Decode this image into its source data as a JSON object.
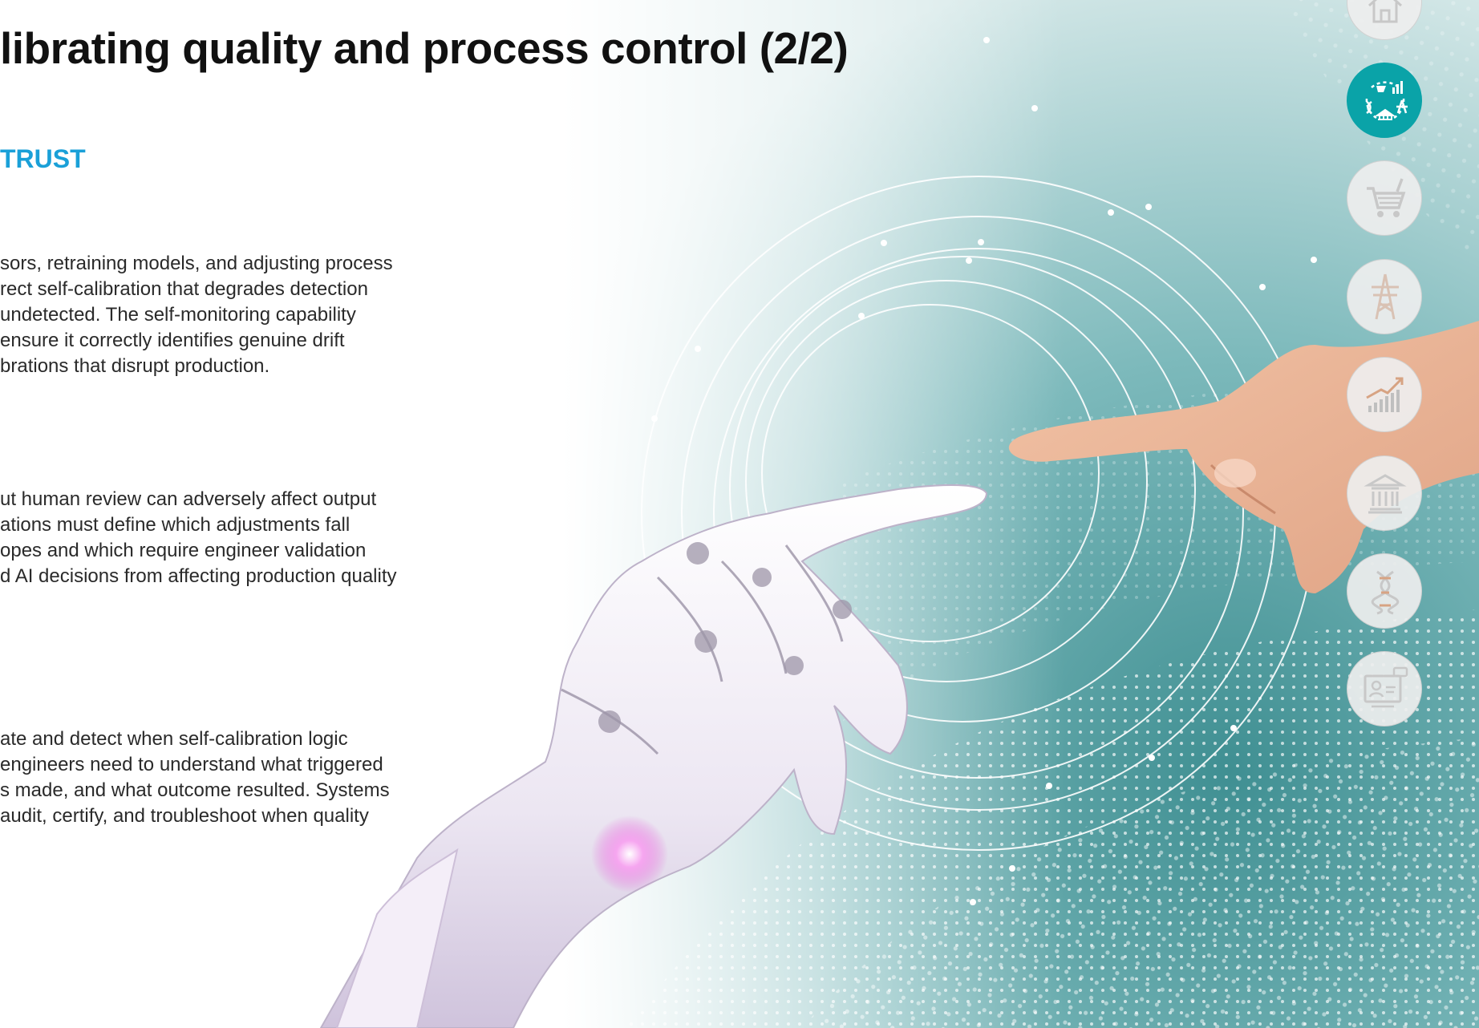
{
  "title": "librating quality and process control (2/2)",
  "section_heading": "TRUST",
  "paragraphs": [
    {
      "lines": [
        "sors, retraining models, and adjusting process",
        "rect self-calibration that degrades detection",
        " undetected. The self-monitoring capability",
        " ensure it correctly identifies genuine drift",
        "brations that disrupt production."
      ]
    },
    {
      "lines": [
        "ut human review can adversely affect output",
        "ations must define which adjustments fall",
        "opes and which require engineer validation",
        "d AI decisions from affecting production quality"
      ]
    },
    {
      "lines": [
        "ate and detect when self-calibration logic",
        "engineers need to understand what triggered",
        "s made, and what outcome resulted. Systems",
        "audit, certify, and troubleshoot when quality"
      ]
    }
  ],
  "sidebar_nav": [
    {
      "icon": "home-icon",
      "active": false
    },
    {
      "icon": "industry-cycle-icon",
      "active": true
    },
    {
      "icon": "shopping-cart-icon",
      "active": false
    },
    {
      "icon": "power-tower-icon",
      "active": false
    },
    {
      "icon": "growth-chart-icon",
      "active": false
    },
    {
      "icon": "bank-icon",
      "active": false
    },
    {
      "icon": "dna-icon",
      "active": false
    },
    {
      "icon": "presentation-screen-icon",
      "active": false
    }
  ],
  "colors": {
    "accent": "#1aa0d8",
    "active_nav": "#0aa3a8",
    "icon_gray": "#c8c8c8",
    "teal_bg": "#5fa6a8"
  }
}
